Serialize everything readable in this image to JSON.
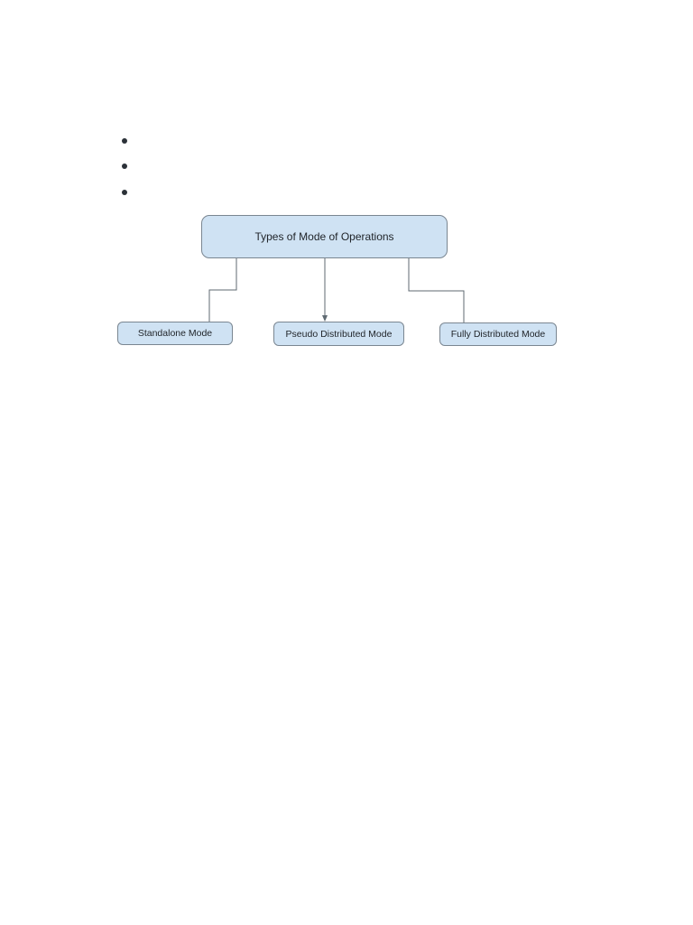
{
  "page": {
    "background": "#ffffff"
  },
  "bullet_list": {
    "items": [
      {
        "text": ""
      },
      {
        "text": ""
      },
      {
        "text": ""
      }
    ]
  },
  "diagram": {
    "type": "hierarchy",
    "root": {
      "label": "Types of Mode of Operations"
    },
    "children": [
      {
        "label": "Standalone Mode"
      },
      {
        "label": "Pseudo Distributed Mode"
      },
      {
        "label": "Fully Distributed Mode"
      }
    ],
    "colors": {
      "box_fill": "#cfe2f3",
      "box_border": "#7a8691",
      "connector": "#5f6a72",
      "text": "#1f2328"
    }
  }
}
